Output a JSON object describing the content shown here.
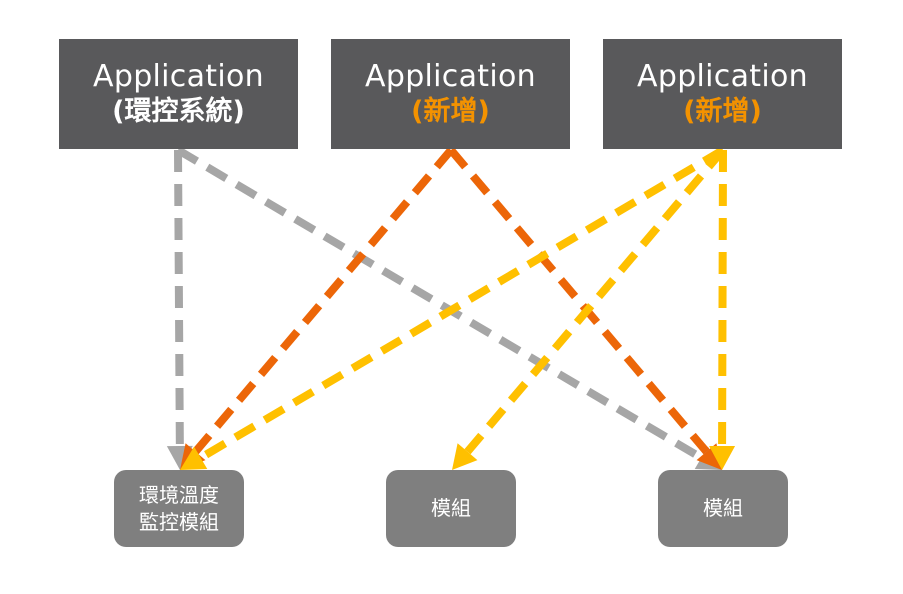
{
  "applications": [
    {
      "title": "Application",
      "subtitle": "(環控系統)",
      "kind": "existing"
    },
    {
      "title": "Application",
      "subtitle": "(新增)",
      "kind": "new"
    },
    {
      "title": "Application",
      "subtitle": "(新增)",
      "kind": "new"
    }
  ],
  "modules": [
    {
      "lines": [
        "環境溫度",
        "監控模組"
      ]
    },
    {
      "lines": [
        "模組"
      ]
    },
    {
      "lines": [
        "模組"
      ]
    }
  ],
  "colors": {
    "app_box": "#59595b",
    "module_box": "#7f7f7f",
    "new_label": "#f39200",
    "existing_link": "#a6a6a6",
    "new_link_1": "#ec6608",
    "new_link_2": "#ffc000"
  },
  "connections": [
    {
      "from": 0,
      "to": 0,
      "color": "existing_link",
      "style": "dashed-arrow"
    },
    {
      "from": 0,
      "to": 2,
      "color": "existing_link",
      "style": "dashed-arrow"
    },
    {
      "from": 1,
      "to": 0,
      "color": "new_link_1",
      "style": "dashed-arrow"
    },
    {
      "from": 1,
      "to": 2,
      "color": "new_link_1",
      "style": "dashed-arrow"
    },
    {
      "from": 2,
      "to": 0,
      "color": "new_link_2",
      "style": "dashed-arrow"
    },
    {
      "from": 2,
      "to": 1,
      "color": "new_link_2",
      "style": "dashed-arrow"
    },
    {
      "from": 2,
      "to": 2,
      "color": "new_link_2",
      "style": "dashed-arrow"
    }
  ]
}
